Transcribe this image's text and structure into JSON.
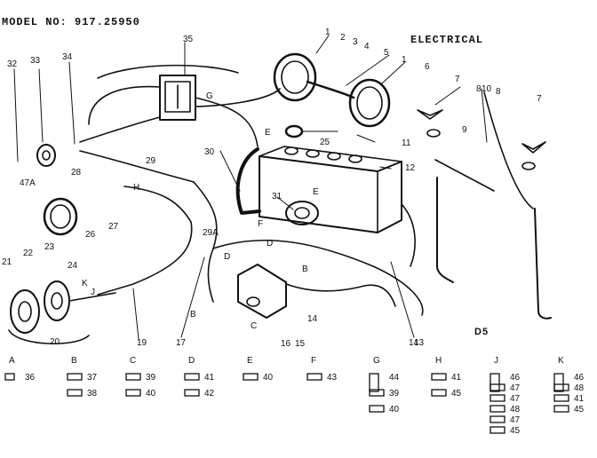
{
  "header": {
    "model": "MODEL NO: 917.25950",
    "section": "ELECTRICAL"
  },
  "diagram_code": "D5",
  "callouts": [
    {
      "id": "c1a",
      "text": "1"
    },
    {
      "id": "c1b",
      "text": "1"
    },
    {
      "id": "c2",
      "text": "2"
    },
    {
      "id": "c3",
      "text": "3"
    },
    {
      "id": "c4",
      "text": "4"
    },
    {
      "id": "c5",
      "text": "5"
    },
    {
      "id": "c6",
      "text": "6"
    },
    {
      "id": "c7a",
      "text": "7"
    },
    {
      "id": "c7b",
      "text": "7"
    },
    {
      "id": "c8a",
      "text": "8"
    },
    {
      "id": "c10",
      "text": "10"
    },
    {
      "id": "c8b",
      "text": "8"
    },
    {
      "id": "c9",
      "text": "9"
    },
    {
      "id": "c11",
      "text": "11"
    },
    {
      "id": "c12",
      "text": "12"
    },
    {
      "id": "c13",
      "text": "13"
    },
    {
      "id": "c14a",
      "text": "14"
    },
    {
      "id": "c14b",
      "text": "14"
    },
    {
      "id": "c15",
      "text": "15"
    },
    {
      "id": "c16",
      "text": "16"
    },
    {
      "id": "c17",
      "text": "17"
    },
    {
      "id": "c19",
      "text": "19"
    },
    {
      "id": "c20",
      "text": "20"
    },
    {
      "id": "c21",
      "text": "21"
    },
    {
      "id": "c22",
      "text": "22"
    },
    {
      "id": "c23",
      "text": "23"
    },
    {
      "id": "c24",
      "text": "24"
    },
    {
      "id": "c25",
      "text": "25"
    },
    {
      "id": "c26",
      "text": "26"
    },
    {
      "id": "c27",
      "text": "27"
    },
    {
      "id": "c28",
      "text": "28"
    },
    {
      "id": "c29",
      "text": "29"
    },
    {
      "id": "c29a",
      "text": "29A"
    },
    {
      "id": "c30",
      "text": "30"
    },
    {
      "id": "c31",
      "text": "31"
    },
    {
      "id": "c32",
      "text": "32"
    },
    {
      "id": "c33",
      "text": "33"
    },
    {
      "id": "c34",
      "text": "34"
    },
    {
      "id": "c35",
      "text": "35"
    },
    {
      "id": "c47a",
      "text": "47A"
    },
    {
      "id": "lE1",
      "text": "E"
    },
    {
      "id": "lE2",
      "text": "E"
    },
    {
      "id": "lG",
      "text": "G"
    },
    {
      "id": "lH",
      "text": "H"
    },
    {
      "id": "lF",
      "text": "F"
    },
    {
      "id": "lD1",
      "text": "D"
    },
    {
      "id": "lD2",
      "text": "D"
    },
    {
      "id": "lB1",
      "text": "B"
    },
    {
      "id": "lB2",
      "text": "B"
    },
    {
      "id": "lC",
      "text": "C"
    },
    {
      "id": "lK",
      "text": "K"
    },
    {
      "id": "lJ",
      "text": "J"
    }
  ],
  "hardware_groups": [
    {
      "letter": "A",
      "parts": [
        "36"
      ]
    },
    {
      "letter": "B",
      "parts": [
        "37",
        "38"
      ]
    },
    {
      "letter": "C",
      "parts": [
        "39",
        "40"
      ]
    },
    {
      "letter": "D",
      "parts": [
        "41",
        "42"
      ]
    },
    {
      "letter": "E",
      "parts": [
        "40"
      ]
    },
    {
      "letter": "F",
      "parts": [
        "43"
      ]
    },
    {
      "letter": "G",
      "parts": [
        "44",
        "39",
        "40"
      ]
    },
    {
      "letter": "H",
      "parts": [
        "41",
        "45"
      ]
    },
    {
      "letter": "J",
      "parts": [
        "46",
        "47",
        "47",
        "48",
        "47",
        "45"
      ]
    },
    {
      "letter": "K",
      "parts": [
        "46",
        "48",
        "41",
        "45"
      ]
    }
  ],
  "colors": {
    "ink": "#111111",
    "paper": "#ffffff"
  }
}
